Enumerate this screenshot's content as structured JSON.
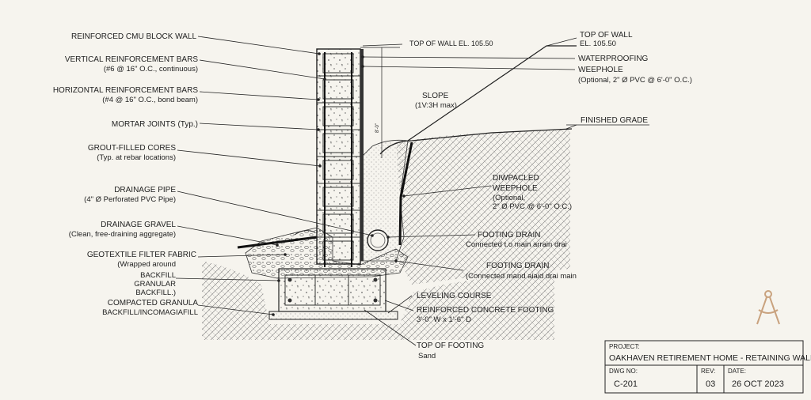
{
  "left_labels": [
    {
      "title": "REINFORCED CMU BLOCK WALL",
      "sub": ""
    },
    {
      "title": "VERTICAL REINFORCEMENT BARS",
      "sub": "(#6 @ 16\" O.C., continuous)"
    },
    {
      "title": "HORIZONTAL REINFORCEMENT BARS",
      "sub": "(#4 @ 16\" O.C., bond beam)"
    },
    {
      "title": "MORTAR JOINTS (Typ.)",
      "sub": ""
    },
    {
      "title": "GROUT-FILLED CORES",
      "sub": "(Typ. at rebar locations)"
    },
    {
      "title": "DRAINAGE PIPE",
      "sub": "(4\" Ø Perforated PVC Pipe)"
    },
    {
      "title": "DRAINAGE GRAVEL",
      "sub": "(Clean, free-draining aggregate)"
    },
    {
      "title": "GEOTEXTILE FILTER FABRIC",
      "sub": "(Wrapped around"
    },
    {
      "title": "BACKFILL",
      "sub": "GRANULAR"
    },
    {
      "title": "BACKFILL.)",
      "sub": ""
    },
    {
      "title": "COMPACTED GRANULA",
      "sub": "BACKFILL/INCOMAGIAFILL"
    }
  ],
  "right_labels": {
    "top_of_wall_el": "TOP OF WALL EL. 105.50",
    "top_of_wall": "TOP OF WALL",
    "top_of_wall_sub": "EL. 105.50",
    "waterproofing": "WATERPROOFING",
    "weephole": "WEEPHOLE",
    "weephole_sub": "(Optional, 2\" Ø PVC @ 6'-0\" O.C.)",
    "slope": "SLOPE",
    "slope_sub": "(1V:3H max)",
    "finished_grade": "FINISHED GRADE",
    "dim_text": "8'-0\"",
    "wp_weephole_1": "DIWPACLED",
    "wp_weephole_2": "WEEPHOLE",
    "wp_weephole_3": "(Optional,",
    "wp_weephole_4": "2\" Ø PVC @ 6'-0\" O.C.)",
    "footing_drain_1": "FOOTING DRAIN",
    "footing_drain_1_sub": "Connected t.o main arrain drai",
    "footing_drain_2": "FOOTING DRAIN",
    "footing_drain_2_sub": "(Connected mand aiaid drai main",
    "leveling_course": "LEVELING COURSE",
    "footing": "REINFORCED CONCRETE FOOTING",
    "footing_sub": "3'-0\" W x 1'-6\" D",
    "top_of_footing": "TOP OF FOOTING",
    "top_of_footing_sub": "Sand"
  },
  "title_block": {
    "project_label": "PROJECT:",
    "project_name": "OAKHAVEN RETIREMENT HOME - RETAINING WALL",
    "dwg_no_label": "DWG NO:",
    "dwg_no": "C-201",
    "rev_label": "REV:",
    "rev": "03",
    "date_label": "DATE:",
    "date": "26 OCT 2023"
  },
  "colors": {
    "line": "#222222",
    "paper": "#f6f4ee",
    "logo": "#c9a27e"
  },
  "logo_icon": "compass-logo-icon"
}
